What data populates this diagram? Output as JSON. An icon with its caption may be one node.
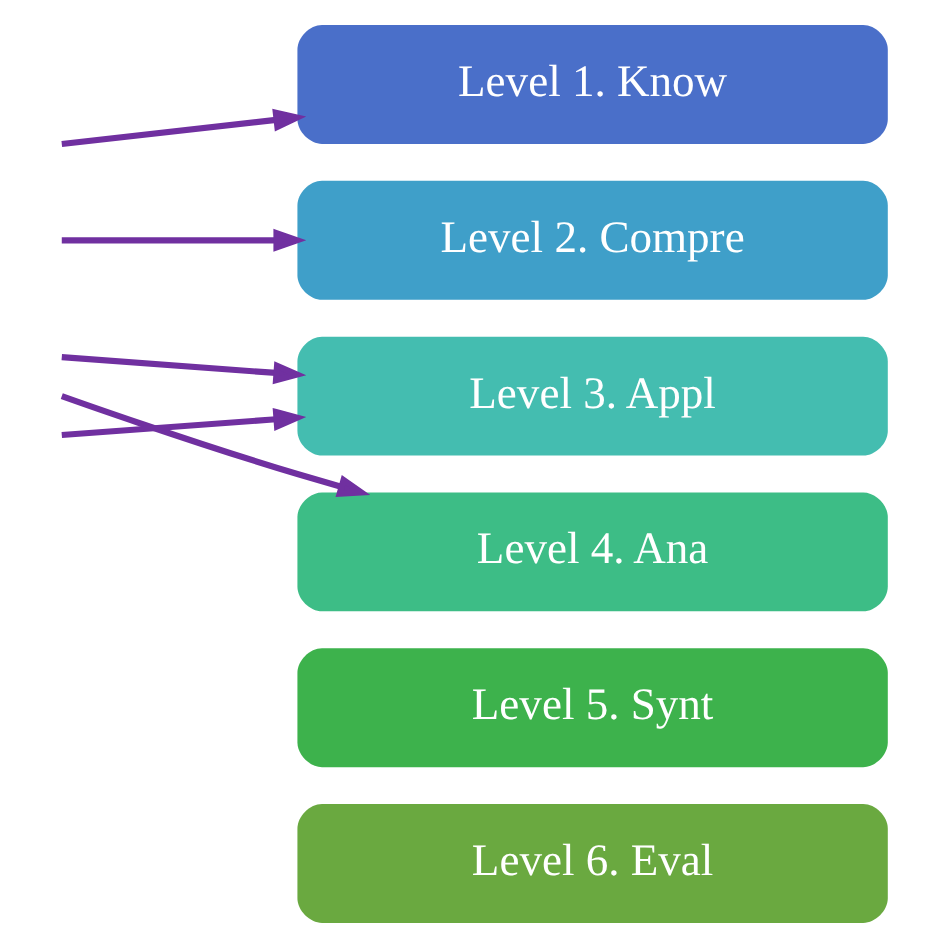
{
  "diagram": {
    "nodes": [
      {
        "text": [
          "Level 1. Know"
        ]
      },
      {
        "text": [
          "Level 2. Compre"
        ]
      },
      {
        "text": [
          "Level 3. Appl"
        ]
      },
      {
        "text": [
          "Level 4. Ana"
        ]
      },
      {
        "text": [
          "Level 5. Synt"
        ]
      },
      {
        "text": [
          "Level 6. Eval"
        ]
      }
    ],
    "edges": [
      {
        "from": null,
        "to": 0,
        "arrow": "to"
      },
      {
        "from": null,
        "to": 1,
        "arrow": "to"
      },
      {
        "from": null,
        "to": 2,
        "arrow": "to"
      },
      {
        "from": null,
        "to": 3,
        "arrow": "to"
      },
      {
        "from": null,
        "to": 2,
        "arrow": "to"
      }
    ]
  }
}
